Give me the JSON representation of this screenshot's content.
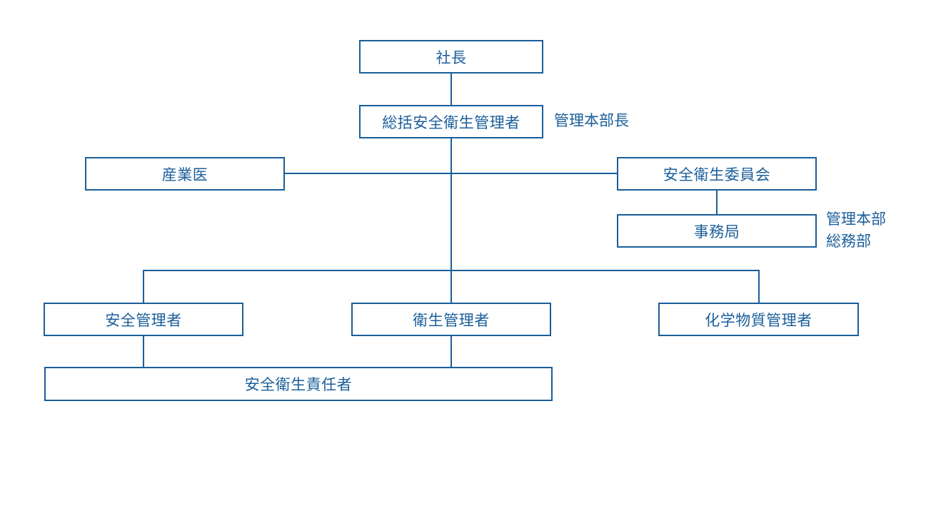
{
  "colors": {
    "line": "#1a5e9a",
    "text": "#1a5e9a",
    "background": "#ffffff"
  },
  "nodes": {
    "president": "社長",
    "general_safety_manager": "総括安全衛生管理者",
    "industrial_physician": "産業医",
    "safety_health_committee": "安全衛生委員会",
    "secretariat": "事務局",
    "safety_manager": "安全管理者",
    "health_manager": "衛生管理者",
    "chemical_manager": "化学物質管理者",
    "safety_health_officer": "安全衛生責任者"
  },
  "notes": {
    "general_safety_manager_role": "管理本部長",
    "secretariat_dept_line1": "管理本部",
    "secretariat_dept_line2": "総務部"
  }
}
